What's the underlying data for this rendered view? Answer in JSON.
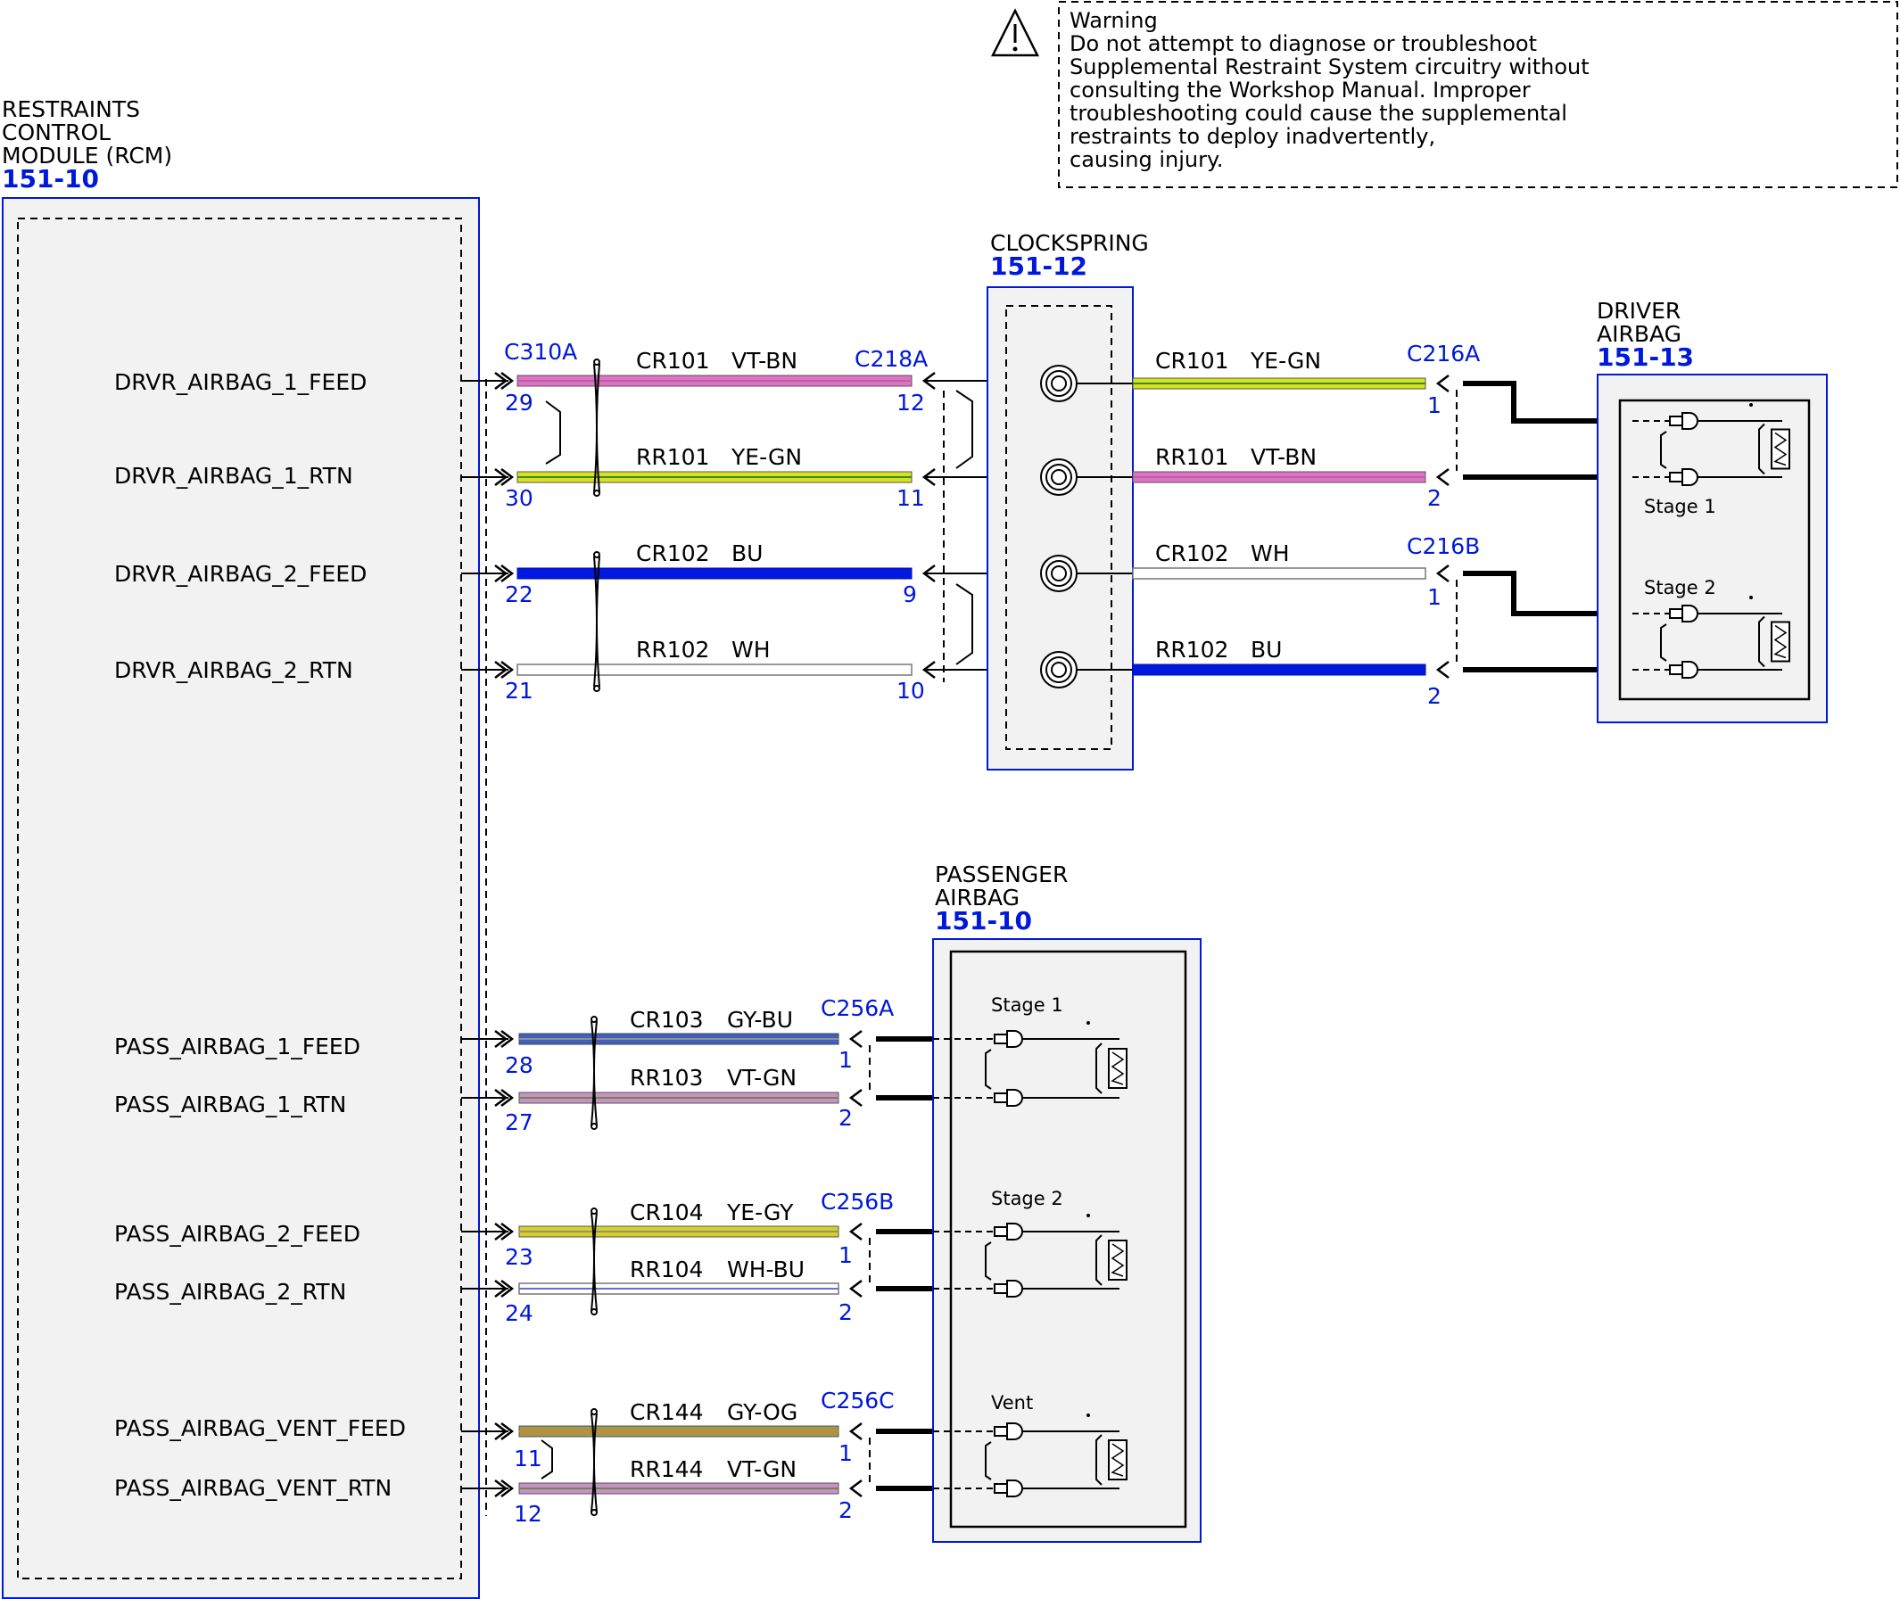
{
  "warning": {
    "lines": [
      "Warning",
      "Do not attempt to diagnose or troubleshoot",
      "Supplemental Restraint System circuitry without",
      "consulting the Workshop Manual. Improper",
      "troubleshooting could cause the supplemental",
      "restraints to deploy inadvertently,",
      "causing injury."
    ]
  },
  "rcm": {
    "title_lines": [
      "RESTRAINTS",
      "CONTROL",
      "MODULE (RCM)"
    ],
    "ref": "151-10",
    "signals": [
      "DRVR_AIRBAG_1_FEED",
      "DRVR_AIRBAG_1_RTN",
      "DRVR_AIRBAG_2_FEED",
      "DRVR_AIRBAG_2_RTN",
      "PASS_AIRBAG_1_FEED",
      "PASS_AIRBAG_1_RTN",
      "PASS_AIRBAG_2_FEED",
      "PASS_AIRBAG_2_RTN",
      "PASS_AIRBAG_VENT_FEED",
      "PASS_AIRBAG_VENT_RTN"
    ]
  },
  "connectors": {
    "c310a": "C310A",
    "c218a": "C218A",
    "c216a": "C216A",
    "c216b": "C216B",
    "c256a": "C256A",
    "c256b": "C256B",
    "c256c": "C256C"
  },
  "clockspring": {
    "title": "CLOCKSPRING",
    "ref": "151-12"
  },
  "driver_airbag": {
    "title_lines": [
      "DRIVER",
      "AIRBAG"
    ],
    "ref": "151-13",
    "stages": [
      "Stage 1",
      "Stage 2"
    ]
  },
  "passenger_airbag": {
    "title_lines": [
      "PASSENGER",
      "AIRBAG"
    ],
    "ref": "151-10",
    "stages": [
      "Stage 1",
      "Stage 2",
      "Vent"
    ]
  },
  "wires_left": [
    {
      "circuit": "CR101",
      "color": "VT-BN",
      "pin_rcm": "29",
      "pin_c218a": "12"
    },
    {
      "circuit": "RR101",
      "color": "YE-GN",
      "pin_rcm": "30",
      "pin_c218a": "11"
    },
    {
      "circuit": "CR102",
      "color": "BU",
      "pin_rcm": "22",
      "pin_c218a": "9"
    },
    {
      "circuit": "RR102",
      "color": "WH",
      "pin_rcm": "21",
      "pin_c218a": "10"
    }
  ],
  "wires_right": [
    {
      "circuit": "CR101",
      "color": "YE-GN",
      "pin": "1"
    },
    {
      "circuit": "RR101",
      "color": "VT-BN",
      "pin": "2"
    },
    {
      "circuit": "CR102",
      "color": "WH",
      "pin": "1"
    },
    {
      "circuit": "RR102",
      "color": "BU",
      "pin": "2"
    }
  ],
  "wires_pass": [
    {
      "circuit": "CR103",
      "color": "GY-BU",
      "pin_rcm": "28",
      "pin_conn": "1"
    },
    {
      "circuit": "RR103",
      "color": "VT-GN",
      "pin_rcm": "27",
      "pin_conn": "2"
    },
    {
      "circuit": "CR104",
      "color": "YE-GY",
      "pin_rcm": "23",
      "pin_conn": "1"
    },
    {
      "circuit": "RR104",
      "color": "WH-BU",
      "pin_rcm": "24",
      "pin_conn": "2"
    },
    {
      "circuit": "CR144",
      "color": "GY-OG",
      "pin_rcm": "11",
      "pin_conn": "1"
    },
    {
      "circuit": "RR144",
      "color": "VT-GN",
      "pin_rcm": "12",
      "pin_conn": "2"
    }
  ],
  "colors": {
    "ref_blue": "#0018d8",
    "violet_brown": "#e070c8",
    "yellow_green": "#d8e020",
    "blue": "#0018e0",
    "white": "#ffffff",
    "gray_blue": "#4060c0",
    "violet_green": "#c890c8",
    "yellow_gray": "#d8d020",
    "white_blue": "#c8d4f0",
    "gray_orange": "#a09850"
  }
}
